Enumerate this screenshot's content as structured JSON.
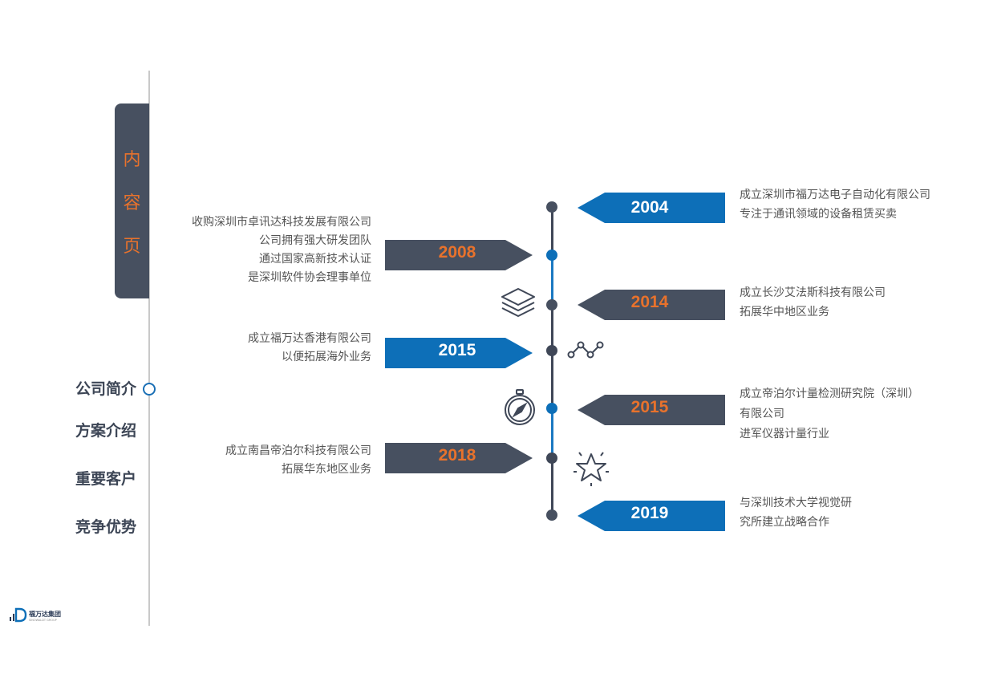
{
  "sidebar": {
    "tab_chars": [
      "内",
      "容",
      "页"
    ],
    "nav": [
      "公司简介",
      "方案介绍",
      "重要客户",
      "竞争优势"
    ]
  },
  "timeline": [
    {
      "year": "2004",
      "lines": [
        "成立深圳市福万达电子自动化有限公司",
        "专注于通讯领域的设备租赁买卖"
      ]
    },
    {
      "year": "2008",
      "lines": [
        "收购深圳市卓讯达科技发展有限公司",
        "公司拥有强大研发团队",
        "通过国家高新技术认证",
        "是深圳软件协会理事单位"
      ]
    },
    {
      "year": "2014",
      "lines": [
        "成立长沙艾法斯科技有限公司",
        "拓展华中地区业务"
      ]
    },
    {
      "year": "2015",
      "lines": [
        "成立福万达香港有限公司",
        "以便拓展海外业务"
      ]
    },
    {
      "year": "2015",
      "lines": [
        "成立帝泊尔计量检测研究院（深圳）",
        "有限公司",
        "进军仪器计量行业"
      ]
    },
    {
      "year": "2018",
      "lines": [
        "成立南昌帝泊尔科技有限公司",
        "拓展华东地区业务"
      ]
    },
    {
      "year": "2019",
      "lines": [
        "与深圳技术大学视觉研",
        "究所建立战略合作"
      ]
    }
  ],
  "colors": {
    "navy": "#475060",
    "blue": "#0d6fb8",
    "orange": "#e8722c"
  },
  "icons": [
    "layers-icon",
    "line-chart-icon",
    "compass-icon",
    "star-icon"
  ],
  "logo": {
    "text": "福万达集团",
    "sub": "SINOWALDT GROUP"
  }
}
